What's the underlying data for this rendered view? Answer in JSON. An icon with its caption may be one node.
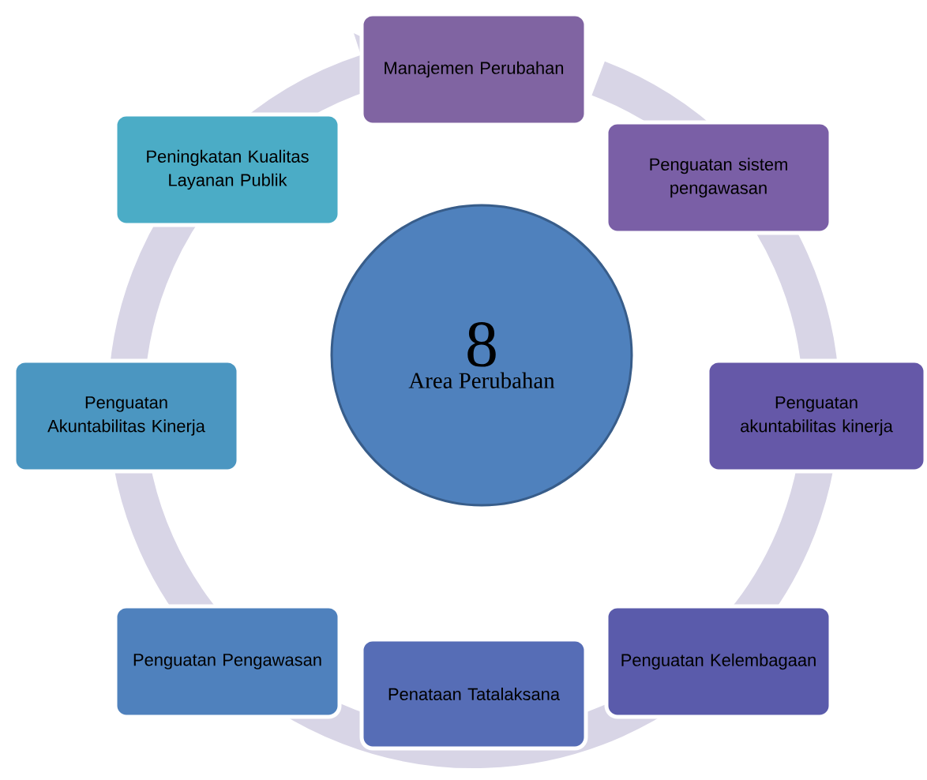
{
  "diagram": {
    "nodes": [
      {
        "text": [
          "Manajemen Perubahan"
        ]
      },
      {
        "text": [
          "Penguatan sistem pengawasan"
        ]
      },
      {
        "text": [
          "Penguatan akuntabilitas kinerja"
        ]
      },
      {
        "text": [
          "Penguatan Kelembagaan"
        ]
      },
      {
        "text": [
          "Penataan Tatalaksana"
        ]
      },
      {
        "text": [
          "Penguatan Pengawasan"
        ]
      },
      {
        "text": [
          "Penguatan Akuntabilitas Kinerja"
        ]
      },
      {
        "text": [
          "Peningkatan Kualitas Layanan Publik"
        ]
      },
      {
        "text": [
          "8",
          "Area Perubahan"
        ]
      }
    ]
  }
}
